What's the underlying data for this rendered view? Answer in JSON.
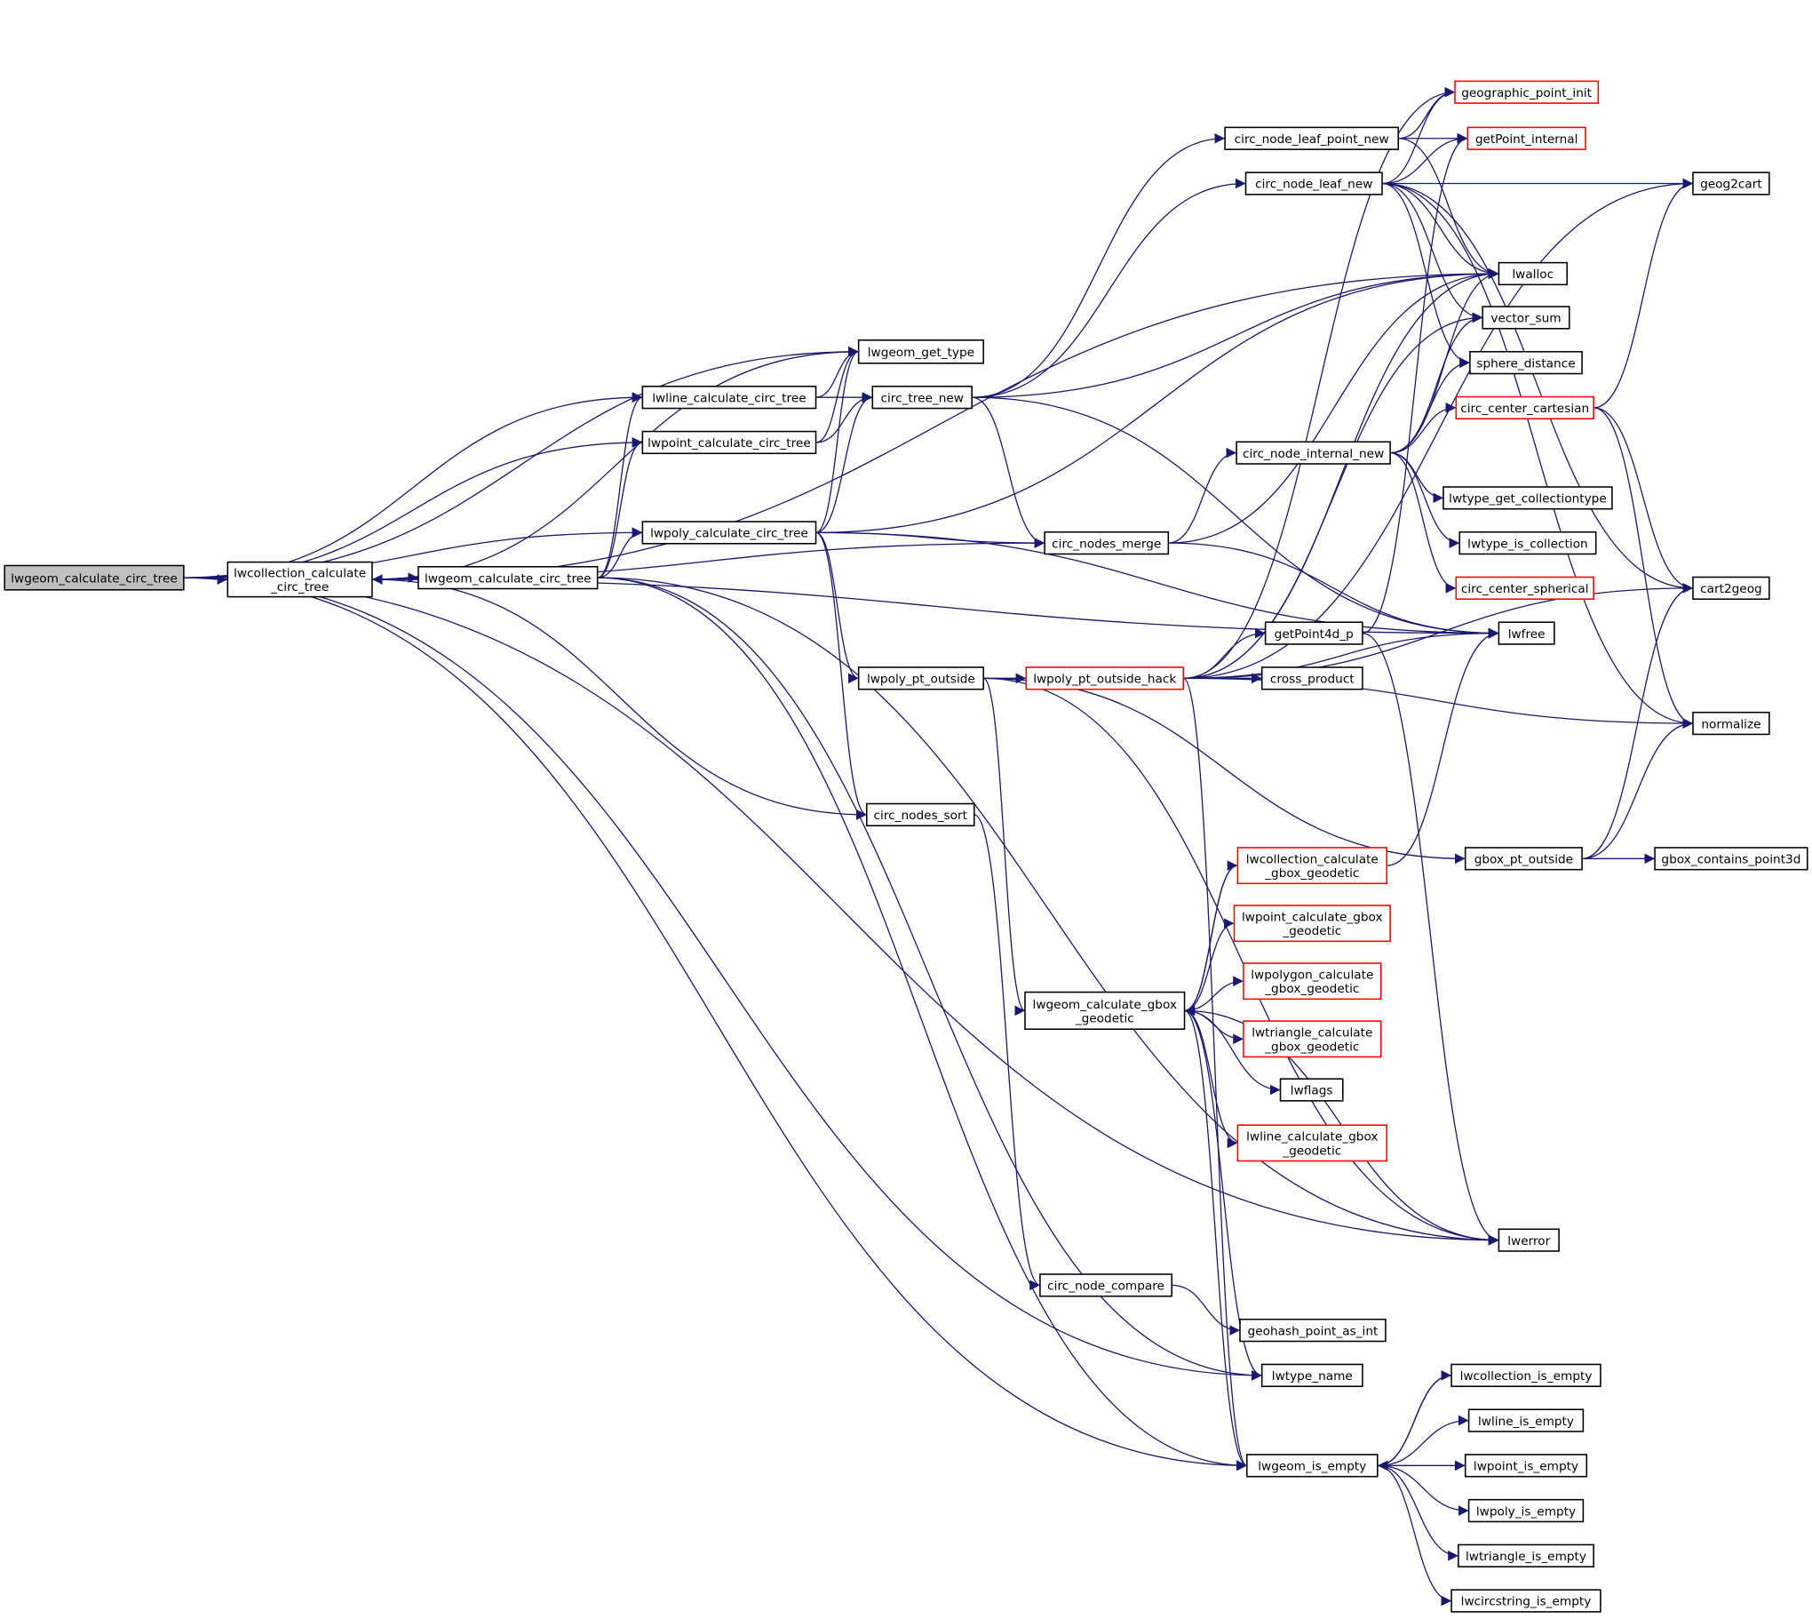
{
  "colors": {
    "edge": "#191970",
    "root_fill": "#bfbfbf",
    "missing_border": "#ff0000",
    "node_border": "#000000"
  },
  "nodes": [
    {
      "id": "root",
      "label": "lwgeom_calculate_circ_tree",
      "root": true
    },
    {
      "id": "coll",
      "label": "lwcollection_calculate\n_circ_tree"
    },
    {
      "id": "geom2",
      "label": "lwgeom_calculate_circ_tree"
    },
    {
      "id": "get_type",
      "label": "lwgeom_get_type"
    },
    {
      "id": "line",
      "label": "lwline_calculate_circ_tree"
    },
    {
      "id": "point",
      "label": "lwpoint_calculate_circ_tree"
    },
    {
      "id": "poly",
      "label": "lwpoly_calculate_circ_tree"
    },
    {
      "id": "tree_new",
      "label": "circ_tree_new"
    },
    {
      "id": "merge",
      "label": "circ_nodes_merge"
    },
    {
      "id": "pt_outside",
      "label": "lwpoly_pt_outside"
    },
    {
      "id": "sort",
      "label": "circ_nodes_sort"
    },
    {
      "id": "hack",
      "label": "lwpoly_pt_outside_hack",
      "red": true
    },
    {
      "id": "leaf_point",
      "label": "circ_node_leaf_point_new"
    },
    {
      "id": "leaf",
      "label": "circ_node_leaf_new"
    },
    {
      "id": "internal",
      "label": "circ_node_internal_new"
    },
    {
      "id": "getpoint4d",
      "label": "getPoint4d_p"
    },
    {
      "id": "cross",
      "label": "cross_product"
    },
    {
      "id": "geo_init",
      "label": "geographic_point_init",
      "red": true
    },
    {
      "id": "getpoint_int",
      "label": "getPoint_internal",
      "red": true
    },
    {
      "id": "lwalloc",
      "label": "lwalloc"
    },
    {
      "id": "vector_sum",
      "label": "vector_sum"
    },
    {
      "id": "sphere",
      "label": "sphere_distance"
    },
    {
      "id": "cc_cart",
      "label": "circ_center_cartesian",
      "red": true
    },
    {
      "id": "get_colltype",
      "label": "lwtype_get_collectiontype"
    },
    {
      "id": "is_coll",
      "label": "lwtype_is_collection"
    },
    {
      "id": "cc_sph",
      "label": "circ_center_spherical",
      "red": true
    },
    {
      "id": "lwfree",
      "label": "lwfree"
    },
    {
      "id": "geog2cart",
      "label": "geog2cart"
    },
    {
      "id": "cart2geog",
      "label": "cart2geog"
    },
    {
      "id": "normalize",
      "label": "normalize"
    },
    {
      "id": "gbox_out",
      "label": "gbox_pt_outside"
    },
    {
      "id": "gbox_c3d",
      "label": "gbox_contains_point3d"
    },
    {
      "id": "coll_gbox",
      "label": "lwcollection_calculate\n_gbox_geodetic",
      "red": true
    },
    {
      "id": "point_gbox",
      "label": "lwpoint_calculate_gbox\n_geodetic",
      "red": true
    },
    {
      "id": "polygon_gbox",
      "label": "lwpolygon_calculate\n_gbox_geodetic",
      "red": true
    },
    {
      "id": "tri_gbox",
      "label": "lwtriangle_calculate\n_gbox_geodetic",
      "red": true
    },
    {
      "id": "lwflags",
      "label": "lwflags"
    },
    {
      "id": "line_gbox",
      "label": "lwline_calculate_gbox\n_geodetic",
      "red": true
    },
    {
      "id": "geom_gbox",
      "label": "lwgeom_calculate_gbox\n_geodetic"
    },
    {
      "id": "lwerror",
      "label": "lwerror"
    },
    {
      "id": "compare",
      "label": "circ_node_compare"
    },
    {
      "id": "geohash",
      "label": "geohash_point_as_int"
    },
    {
      "id": "type_name",
      "label": "lwtype_name"
    },
    {
      "id": "is_empty",
      "label": "lwgeom_is_empty"
    },
    {
      "id": "coll_empty",
      "label": "lwcollection_is_empty"
    },
    {
      "id": "line_empty",
      "label": "lwline_is_empty"
    },
    {
      "id": "point_empty",
      "label": "lwpoint_is_empty"
    },
    {
      "id": "poly_empty",
      "label": "lwpoly_is_empty"
    },
    {
      "id": "tri_empty",
      "label": "lwtriangle_is_empty"
    },
    {
      "id": "circ_empty",
      "label": "lwcircstring_is_empty"
    }
  ],
  "edges": [
    [
      "root",
      "get_type"
    ],
    [
      "root",
      "line"
    ],
    [
      "root",
      "point"
    ],
    [
      "root",
      "poly"
    ],
    [
      "root",
      "coll"
    ],
    [
      "root",
      "type_name"
    ],
    [
      "root",
      "lwerror"
    ],
    [
      "root",
      "is_empty"
    ],
    [
      "coll",
      "get_type"
    ],
    [
      "coll",
      "geom2"
    ],
    [
      "coll",
      "lwalloc"
    ],
    [
      "coll",
      "merge"
    ],
    [
      "coll",
      "lwfree"
    ],
    [
      "coll",
      "sort"
    ],
    [
      "geom2",
      "coll"
    ],
    [
      "geom2",
      "line"
    ],
    [
      "geom2",
      "point"
    ],
    [
      "geom2",
      "poly"
    ],
    [
      "geom2",
      "type_name"
    ],
    [
      "geom2",
      "is_empty"
    ],
    [
      "geom2",
      "lwerror"
    ],
    [
      "line",
      "get_type"
    ],
    [
      "line",
      "tree_new"
    ],
    [
      "point",
      "get_type"
    ],
    [
      "point",
      "tree_new"
    ],
    [
      "poly",
      "get_type"
    ],
    [
      "poly",
      "tree_new"
    ],
    [
      "poly",
      "merge"
    ],
    [
      "poly",
      "lwalloc"
    ],
    [
      "poly",
      "lwfree"
    ],
    [
      "poly",
      "pt_outside"
    ],
    [
      "poly",
      "sort"
    ],
    [
      "tree_new",
      "leaf_point"
    ],
    [
      "tree_new",
      "leaf"
    ],
    [
      "tree_new",
      "lwalloc"
    ],
    [
      "tree_new",
      "merge"
    ],
    [
      "tree_new",
      "lwfree"
    ],
    [
      "merge",
      "internal"
    ],
    [
      "merge",
      "lwalloc"
    ],
    [
      "merge",
      "lwfree"
    ],
    [
      "pt_outside",
      "hack"
    ],
    [
      "pt_outside",
      "geom_gbox"
    ],
    [
      "pt_outside",
      "gbox_out"
    ],
    [
      "pt_outside",
      "lwerror"
    ],
    [
      "hack",
      "geog2cart"
    ],
    [
      "hack",
      "geo_init"
    ],
    [
      "hack",
      "lwalloc"
    ],
    [
      "hack",
      "vector_sum"
    ],
    [
      "hack",
      "getpoint4d"
    ],
    [
      "hack",
      "cross"
    ],
    [
      "hack",
      "cart2geog"
    ],
    [
      "hack",
      "normalize"
    ],
    [
      "hack",
      "is_empty"
    ],
    [
      "hack",
      "lwfree"
    ],
    [
      "sort",
      "compare"
    ],
    [
      "compare",
      "geohash"
    ],
    [
      "leaf_point",
      "geo_init"
    ],
    [
      "leaf_point",
      "getpoint_int"
    ],
    [
      "leaf_point",
      "lwalloc"
    ],
    [
      "leaf",
      "geo_init"
    ],
    [
      "leaf",
      "getpoint_int"
    ],
    [
      "leaf",
      "geog2cart"
    ],
    [
      "leaf",
      "lwalloc"
    ],
    [
      "leaf",
      "vector_sum"
    ],
    [
      "leaf",
      "sphere"
    ],
    [
      "leaf",
      "cart2geog"
    ],
    [
      "leaf",
      "normalize"
    ],
    [
      "internal",
      "lwalloc"
    ],
    [
      "internal",
      "vector_sum"
    ],
    [
      "internal",
      "sphere"
    ],
    [
      "internal",
      "cc_cart"
    ],
    [
      "internal",
      "get_colltype"
    ],
    [
      "internal",
      "is_coll"
    ],
    [
      "internal",
      "cc_sph"
    ],
    [
      "getpoint4d",
      "getpoint_int"
    ],
    [
      "getpoint4d",
      "lwerror"
    ],
    [
      "cc_cart",
      "geog2cart"
    ],
    [
      "cc_cart",
      "cart2geog"
    ],
    [
      "cc_cart",
      "normalize"
    ],
    [
      "gbox_out",
      "cart2geog"
    ],
    [
      "gbox_out",
      "normalize"
    ],
    [
      "gbox_out",
      "gbox_c3d"
    ],
    [
      "coll_gbox",
      "geom_gbox"
    ],
    [
      "coll_gbox",
      "lwfree"
    ],
    [
      "geom_gbox",
      "coll_gbox"
    ],
    [
      "geom_gbox",
      "point_gbox"
    ],
    [
      "geom_gbox",
      "polygon_gbox"
    ],
    [
      "geom_gbox",
      "tri_gbox"
    ],
    [
      "geom_gbox",
      "lwflags"
    ],
    [
      "geom_gbox",
      "line_gbox"
    ],
    [
      "geom_gbox",
      "lwerror"
    ],
    [
      "geom_gbox",
      "type_name"
    ],
    [
      "geom_gbox",
      "is_empty"
    ],
    [
      "is_empty",
      "coll_empty"
    ],
    [
      "is_empty",
      "line_empty"
    ],
    [
      "is_empty",
      "point_empty"
    ],
    [
      "is_empty",
      "poly_empty"
    ],
    [
      "is_empty",
      "tri_empty"
    ],
    [
      "is_empty",
      "circ_empty"
    ],
    [
      "coll_empty",
      "is_empty"
    ]
  ]
}
